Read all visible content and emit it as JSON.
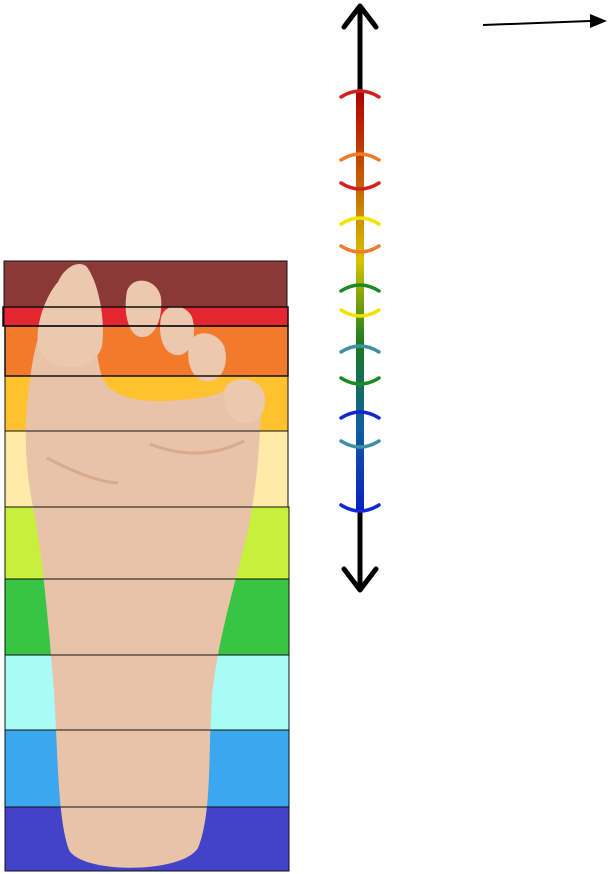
{
  "colors": {
    "background": "#ffffff",
    "skin": "#e8c3a8",
    "skin_shadow": "#d6ab8f",
    "axis": "#000000",
    "outline": "#111111"
  },
  "zones": [
    {
      "name": "zone-1",
      "color": "#8a3838"
    },
    {
      "name": "zone-2",
      "color": "#e52631"
    },
    {
      "name": "zone-3",
      "color": "#f27a2b"
    },
    {
      "name": "zone-4",
      "color": "#ffc22e"
    },
    {
      "name": "zone-5",
      "color": "#ffeaa8"
    },
    {
      "name": "zone-6",
      "color": "#c8ef3b"
    },
    {
      "name": "zone-7",
      "color": "#38c444"
    },
    {
      "name": "zone-8",
      "color": "#a8fbf6"
    },
    {
      "name": "zone-9",
      "color": "#3aa7ef"
    },
    {
      "name": "zone-10",
      "color": "#4343c8"
    }
  ],
  "axis_gradient": [
    "#b30000",
    "#c35a00",
    "#d9c400",
    "#197b1f",
    "#0f5fa0",
    "#0a20c0"
  ],
  "brackets": [
    {
      "name": "red-top",
      "color": "#d41f1f"
    },
    {
      "name": "orange-top",
      "color": "#f07d2b"
    },
    {
      "name": "red-bottom",
      "color": "#d41f1f"
    },
    {
      "name": "yellow-top",
      "color": "#f4e100"
    },
    {
      "name": "orange-bottom",
      "color": "#f07d2b"
    },
    {
      "name": "green-top",
      "color": "#1d8a24"
    },
    {
      "name": "yellow-bottom",
      "color": "#f4e100"
    },
    {
      "name": "teal-top",
      "color": "#3f8fa4"
    },
    {
      "name": "green-bottom",
      "color": "#1d8a24"
    },
    {
      "name": "blue-top",
      "color": "#1028d8"
    },
    {
      "name": "teal-bottom",
      "color": "#3f8fa4"
    },
    {
      "name": "blue-bottom",
      "color": "#1028d8"
    }
  ]
}
